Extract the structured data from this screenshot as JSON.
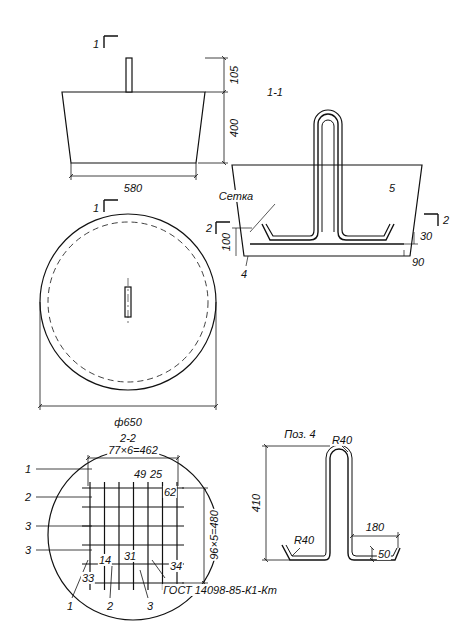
{
  "diagram": {
    "labels": [
      "1",
      "105",
      "400",
      "580",
      "1",
      "ф650",
      "1-1",
      "Сетка",
      "2",
      "2",
      "30",
      "100",
      "90",
      "4",
      "5",
      "2-2",
      "77×6=462",
      "96×5=480",
      "49",
      "25",
      "62",
      "31",
      "34",
      "14",
      "33",
      "1",
      "2",
      "3",
      "3",
      "1",
      "2",
      "3",
      "ГОСТ 14098-85-К1-Кт",
      "Поз. 4",
      "R40",
      "410",
      "R40",
      "180",
      "50"
    ]
  }
}
